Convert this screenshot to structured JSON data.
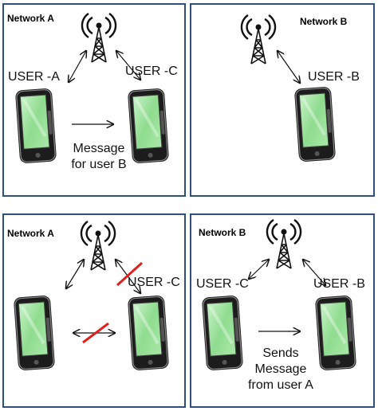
{
  "panels": [
    {
      "network": "Network A",
      "users": [
        "USER -A",
        "USER -C"
      ],
      "message": [
        "Message",
        "for user B"
      ]
    },
    {
      "network": "Network B",
      "users": [
        "USER -B"
      ]
    },
    {
      "network": "Network A",
      "users": [
        "USER -C"
      ]
    },
    {
      "network": "Network B",
      "users": [
        "USER -C",
        "USER -B"
      ],
      "message": [
        "Sends",
        "Message",
        "from user A"
      ]
    }
  ],
  "colors": {
    "border": "#2f4f7f",
    "screen": "#9be29b",
    "phone_body": "#1c1c1c",
    "cross": "#e0201c"
  }
}
